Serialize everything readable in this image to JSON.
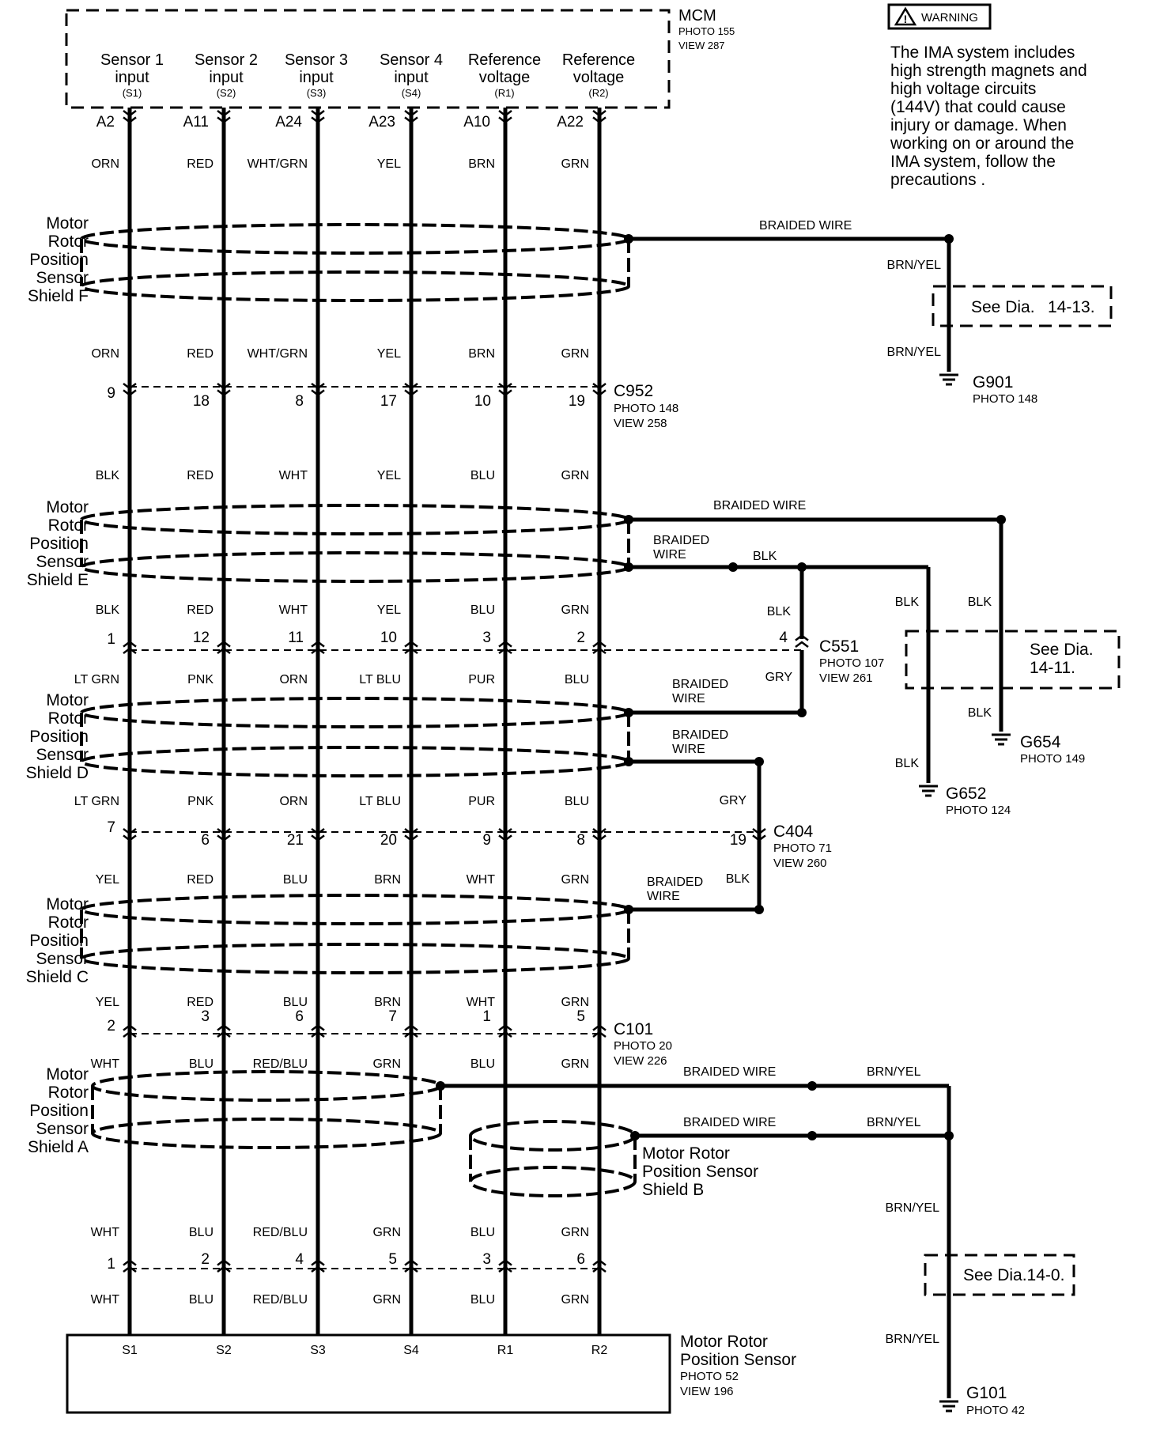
{
  "mcm": {
    "title": "MCM",
    "photo": "PHOTO 155",
    "view": "VIEW 287",
    "inputs": [
      {
        "line1": "Sensor 1",
        "line2": "input",
        "code": "(S1)",
        "pin": "A2"
      },
      {
        "line1": "Sensor 2",
        "line2": "input",
        "code": "(S2)",
        "pin": "A11"
      },
      {
        "line1": "Sensor 3",
        "line2": "input",
        "code": "(S3)",
        "pin": "A24"
      },
      {
        "line1": "Sensor 4",
        "line2": "input",
        "code": "(S4)",
        "pin": "A23"
      },
      {
        "line1": "Reference",
        "line2": "voltage",
        "code": "(R1)",
        "pin": "A10"
      },
      {
        "line1": "Reference",
        "line2": "voltage",
        "code": "(R2)",
        "pin": "A22"
      }
    ]
  },
  "warning": {
    "badge": "WARNING",
    "lines": [
      "The IMA system includes",
      "high strength magnets and",
      "high voltage circuits",
      "(144V) that could cause",
      "injury or damage. When",
      "working on or around the",
      "IMA system, follow the",
      "precautions ."
    ]
  },
  "wire_colors": {
    "row1": [
      "ORN",
      "RED",
      "WHT/GRN",
      "YEL",
      "BRN",
      "GRN"
    ],
    "row2": [
      "ORN",
      "RED",
      "WHT/GRN",
      "YEL",
      "BRN",
      "GRN"
    ],
    "row3": [
      "BLK",
      "RED",
      "WHT",
      "YEL",
      "BLU",
      "GRN"
    ],
    "row4": [
      "BLK",
      "RED",
      "WHT",
      "YEL",
      "BLU",
      "GRN"
    ],
    "row5": [
      "LT GRN",
      "PNK",
      "ORN",
      "LT BLU",
      "PUR",
      "BLU"
    ],
    "row6": [
      "LT GRN",
      "PNK",
      "ORN",
      "LT BLU",
      "PUR",
      "BLU"
    ],
    "row7": [
      "YEL",
      "RED",
      "BLU",
      "BRN",
      "WHT",
      "GRN"
    ],
    "row8": [
      "YEL",
      "RED",
      "BLU",
      "BRN",
      "WHT",
      "GRN"
    ],
    "row9": [
      "WHT",
      "BLU",
      "RED/BLU",
      "GRN",
      "BLU",
      "GRN"
    ],
    "row10": [
      "WHT",
      "BLU",
      "RED/BLU",
      "GRN",
      "BLU",
      "GRN"
    ],
    "row11": [
      "WHT",
      "BLU",
      "RED/BLU",
      "GRN",
      "BLU",
      "GRN"
    ]
  },
  "connectors": {
    "c952": {
      "name": "C952",
      "photo": "PHOTO 148",
      "view": "VIEW 258",
      "pins": [
        "9",
        "18",
        "8",
        "17",
        "10",
        "19"
      ]
    },
    "c551": {
      "name": "C551",
      "photo": "PHOTO 107",
      "view": "VIEW 261",
      "pins": [
        "1",
        "12",
        "11",
        "10",
        "3",
        "2"
      ],
      "extra_pin": "4"
    },
    "c404": {
      "name": "C404",
      "photo": "PHOTO 71",
      "view": "VIEW 260",
      "pins": [
        "7",
        "6",
        "21",
        "20",
        "9",
        "8"
      ],
      "extra_pin": "19"
    },
    "c101": {
      "name": "C101",
      "photo": "PHOTO 20",
      "view": "VIEW 226",
      "pins": [
        "2",
        "3",
        "6",
        "7",
        "1",
        "5"
      ]
    },
    "bottom": {
      "pins": [
        "1",
        "2",
        "4",
        "5",
        "3",
        "6"
      ]
    }
  },
  "shields": {
    "f": [
      "Motor",
      "Rotor",
      "Position",
      "Sensor",
      "Shield F"
    ],
    "e": [
      "Motor",
      "Rotor",
      "Position",
      "Sensor",
      "Shield E"
    ],
    "d": [
      "Motor",
      "Rotor",
      "Position",
      "Sensor",
      "Shield D"
    ],
    "c": [
      "Motor",
      "Rotor",
      "Position",
      "Sensor",
      "Shield C"
    ],
    "a": [
      "Motor",
      "Rotor",
      "Position",
      "Sensor",
      "Shield A"
    ],
    "b": [
      "Motor Rotor",
      "Position Sensor",
      "Shield B"
    ]
  },
  "ground_wires": {
    "braided_wire": "BRAIDED WIRE",
    "braided": "BRAIDED",
    "wire": "WIRE",
    "blk": "BLK",
    "gry": "GRY",
    "brn_yel": "BRN/YEL"
  },
  "see_dia": {
    "top": {
      "text": "See Dia.",
      "ref": "14-13."
    },
    "mid": {
      "text": "See Dia.",
      "ref": "14-11."
    },
    "bottom": {
      "text": "See Dia.14-0."
    }
  },
  "grounds": {
    "g901": {
      "name": "G901",
      "photo": "PHOTO 148"
    },
    "g654": {
      "name": "G654",
      "photo": "PHOTO 149"
    },
    "g652": {
      "name": "G652",
      "photo": "PHOTO 124"
    },
    "g101": {
      "name": "G101",
      "photo": "PHOTO 42"
    }
  },
  "sensor": {
    "line1": "Motor Rotor",
    "line2": "Position Sensor",
    "photo": "PHOTO 52",
    "view": "VIEW 196",
    "pins": [
      "S1",
      "S2",
      "S3",
      "S4",
      "R1",
      "R2"
    ]
  }
}
